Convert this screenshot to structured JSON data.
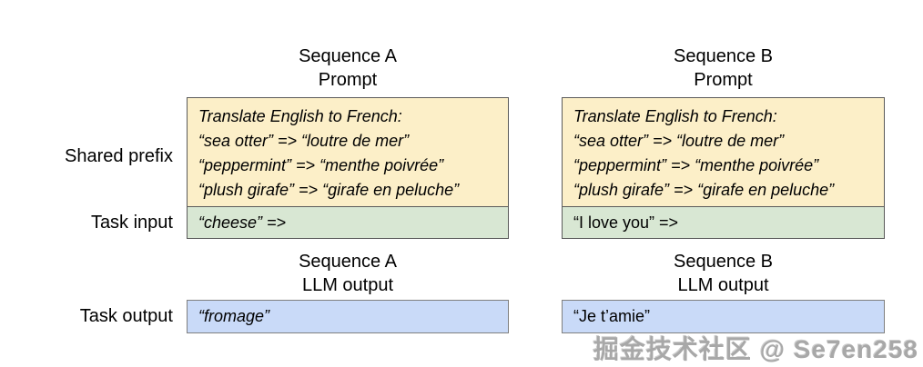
{
  "colors": {
    "prefix_bg": "#fcefc8",
    "input_bg": "#d8e7d3",
    "output_bg": "#c9daf8",
    "box_border": "#5b5b5b",
    "output_border": "#7f7f7f"
  },
  "row_labels": {
    "shared_prefix": "Shared prefix",
    "task_input": "Task input",
    "task_output": "Task output"
  },
  "sequence_a": {
    "prompt_header": [
      "Sequence A",
      "Prompt"
    ],
    "prefix_lines": [
      "Translate English to French:",
      "“sea otter” => “loutre de mer”",
      "“peppermint” => “menthe poivrée”",
      "“plush girafe” => “girafe en peluche”"
    ],
    "task_input": "“cheese” =>",
    "output_header": [
      "Sequence A",
      "LLM output"
    ],
    "task_output": "“fromage”"
  },
  "sequence_b": {
    "prompt_header": [
      "Sequence B",
      "Prompt"
    ],
    "prefix_lines": [
      "Translate English to French:",
      "“sea otter” => “loutre de mer”",
      "“peppermint” => “menthe poivrée”",
      "“plush girafe” => “girafe en peluche”"
    ],
    "task_input": "“I love you” =>",
    "output_header": [
      "Sequence B",
      "LLM output"
    ],
    "task_output": "“Je t’amie”"
  },
  "watermark": "掘金技术社区 @ Se7en258"
}
